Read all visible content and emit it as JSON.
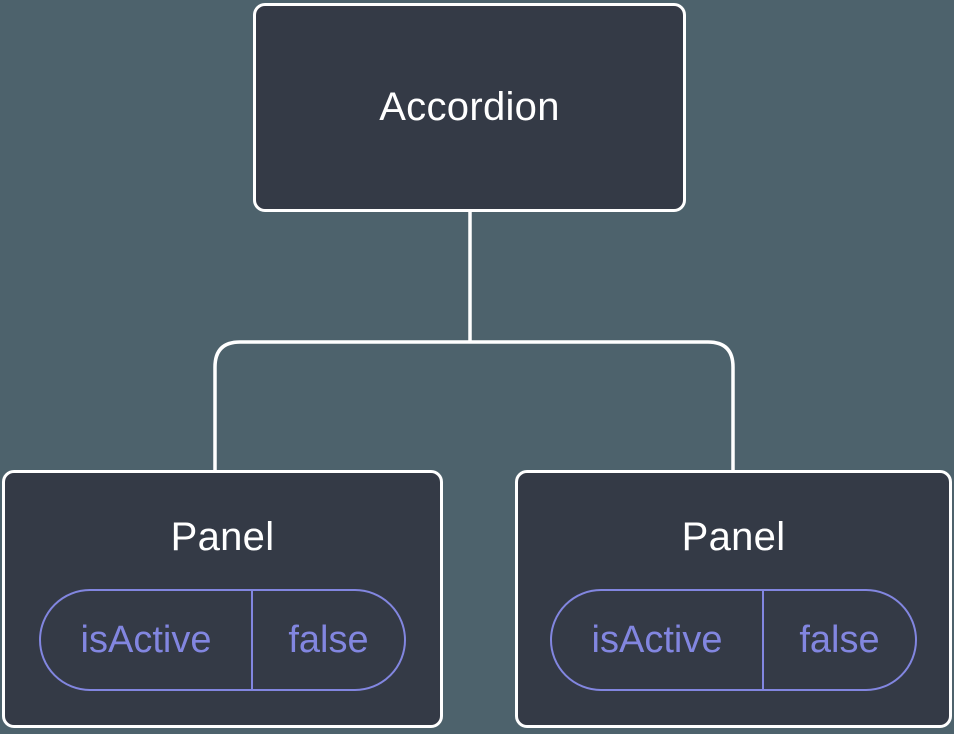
{
  "diagram": {
    "type": "component-tree",
    "colors": {
      "background": "#4d626c",
      "node_fill": "#343a46",
      "node_border": "#ffffff",
      "node_text": "#ffffff",
      "accent": "#8286e0"
    },
    "root": {
      "label": "Accordion"
    },
    "children": [
      {
        "label": "Panel",
        "state": {
          "key": "isActive",
          "value": "false"
        }
      },
      {
        "label": "Panel",
        "state": {
          "key": "isActive",
          "value": "false"
        }
      }
    ]
  }
}
